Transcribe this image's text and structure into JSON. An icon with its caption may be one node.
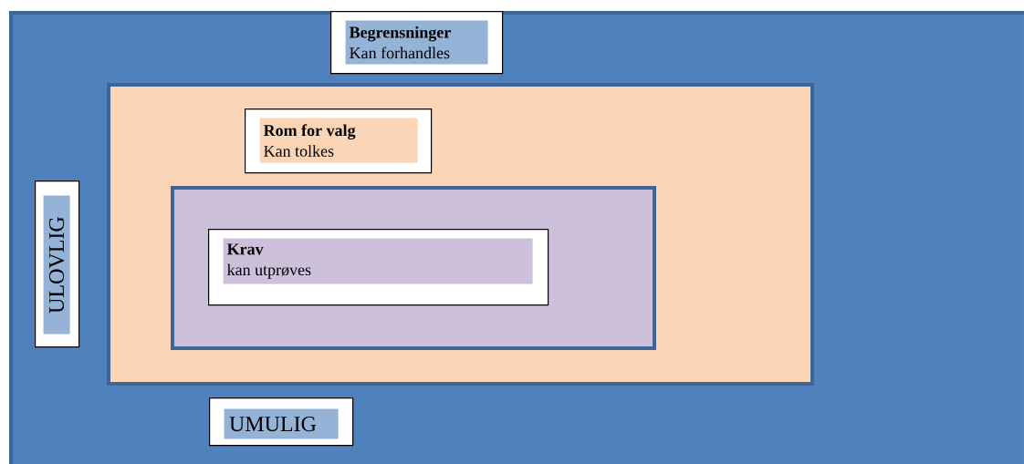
{
  "diagram": {
    "nodes": [
      {
        "text": [],
        "shape": "box"
      },
      {
        "text": [
          "Begrensninger",
          "Kan forhandles"
        ],
        "in": 0
      },
      {
        "text": [],
        "shape": "box",
        "in": 0
      },
      {
        "text": [
          "Rom for valg",
          "Kan tolkes"
        ],
        "in": 2
      },
      {
        "text": [],
        "shape": "box",
        "in": 2
      },
      {
        "text": [
          "Krav",
          "kan utprøves"
        ],
        "in": 4
      },
      {
        "text": [
          "ULOVLIG"
        ],
        "in": 0
      },
      {
        "text": [
          "UMULIG"
        ],
        "in": 0
      }
    ]
  }
}
